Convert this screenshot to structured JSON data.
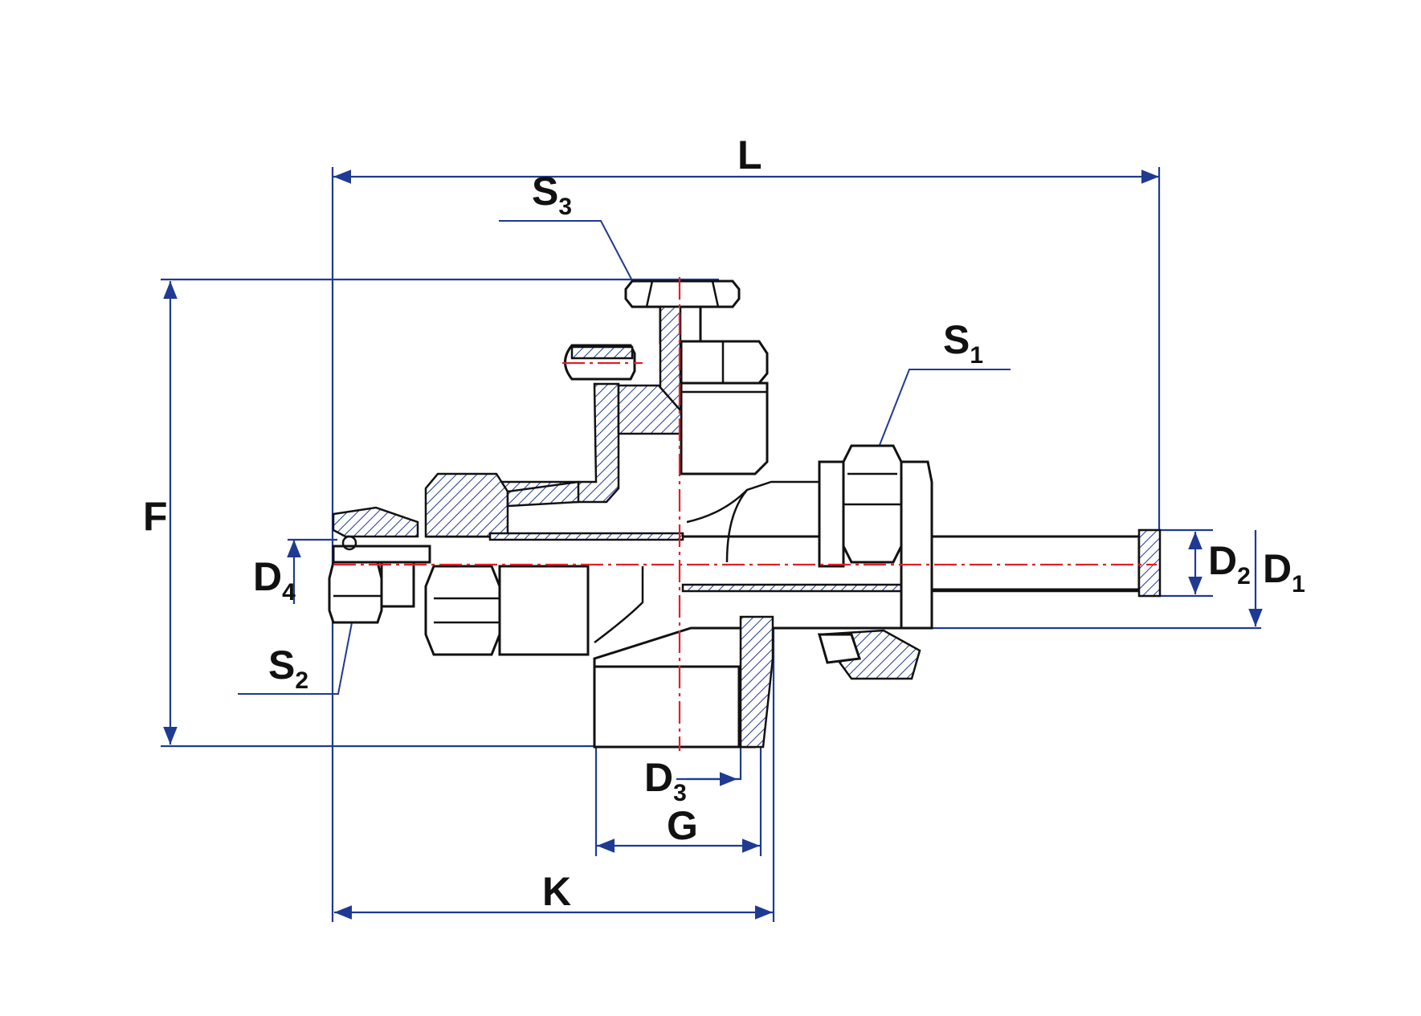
{
  "title": "Valve assembly cross-section with dimensions",
  "colors": {
    "dimension_lines": "#1f3a93",
    "outline": "#111111",
    "centerline": "#e0202a",
    "hatch": "#1f3a93"
  },
  "labels": {
    "L": {
      "main": "L",
      "sub": ""
    },
    "F": {
      "main": "F",
      "sub": ""
    },
    "K": {
      "main": "K",
      "sub": ""
    },
    "G": {
      "main": "G",
      "sub": ""
    },
    "S1": {
      "main": "S",
      "sub": "1"
    },
    "S2": {
      "main": "S",
      "sub": "2"
    },
    "S3": {
      "main": "S",
      "sub": "3"
    },
    "D1": {
      "main": "D",
      "sub": "1"
    },
    "D2": {
      "main": "D",
      "sub": "2"
    },
    "D3": {
      "main": "D",
      "sub": "3"
    },
    "D4": {
      "main": "D",
      "sub": "4"
    }
  }
}
